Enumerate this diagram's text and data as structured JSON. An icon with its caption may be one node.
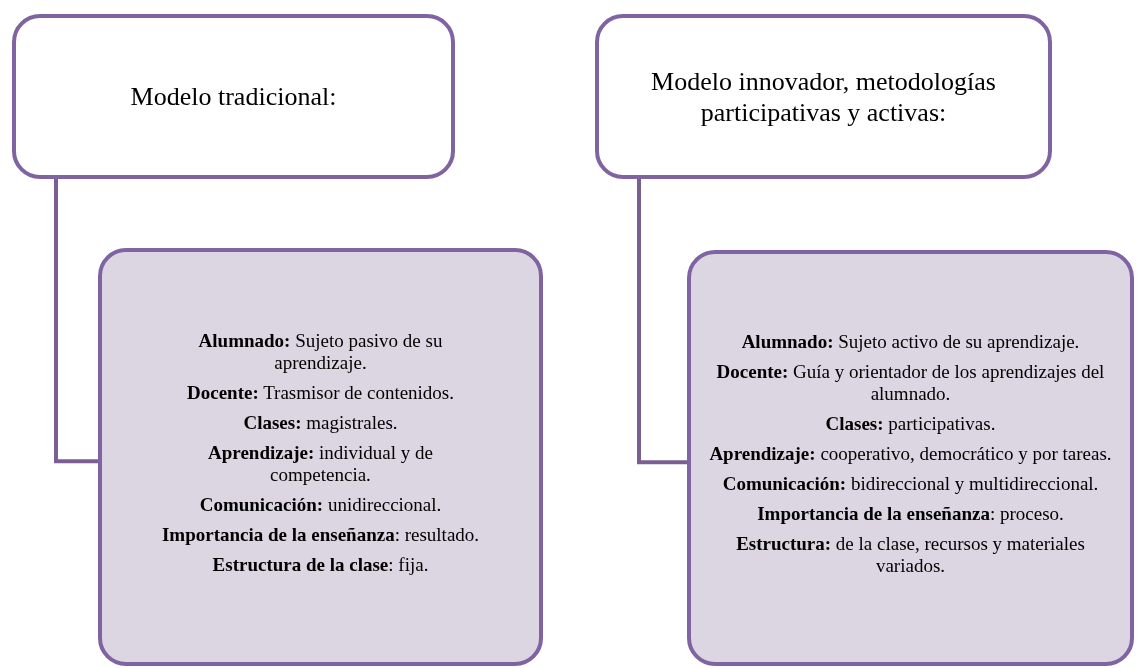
{
  "diagram": {
    "nodes": [
      {
        "text": [
          "Modelo tradicional:"
        ]
      },
      {
        "text": [
          "**Alumnado:** Sujeto pasivo de su aprendizaje.",
          "**Docente:** Trasmisor de contenidos.",
          "**Clases:** magistrales.",
          "**Aprendizaje:** individual y de competencia.",
          "**Comunicación:** unidireccional.",
          "**Importancia de la enseñanza**: resultado.",
          "**Estructura de la clase**: fija."
        ]
      },
      {
        "text": [
          "Modelo innovador, metodologías participativas y activas:"
        ]
      },
      {
        "text": [
          "**Alumnado:** Sujeto activo de su aprendizaje.",
          "**Docente:** Guía y orientador de los aprendizajes del alumnado.",
          "**Clases:** participativas.",
          "**Aprendizaje:** cooperativo, democrático y por tareas.",
          "**Comunicación:** bidireccional y multidireccional.",
          "**Importancia de la enseñanza**: proceso.",
          "**Estructura:** de la clase, recursos y materiales variados."
        ]
      }
    ],
    "edges": [
      {
        "from": 0,
        "to": 1,
        "arrow": "none"
      },
      {
        "from": 2,
        "to": 3,
        "arrow": "none"
      }
    ]
  }
}
